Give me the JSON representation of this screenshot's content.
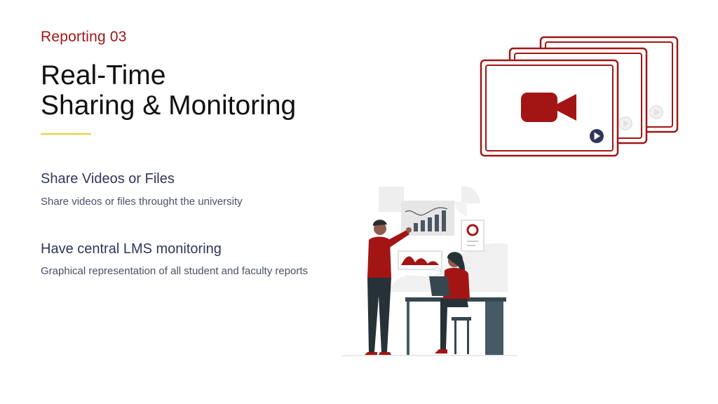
{
  "header": {
    "kicker": "Reporting 03",
    "title_line1": "Real-Time",
    "title_line2": "Sharing & Monitoring"
  },
  "features": [
    {
      "title": "Share Videos or Files",
      "description": "Share videos or files throught the university"
    },
    {
      "title": "Have central LMS monitoring",
      "description": "Graphical representation of all student and faculty reports"
    }
  ],
  "graphics": {
    "video_frames": {
      "icons": [
        "video-camera-icon",
        "play-icon"
      ],
      "accent": "#a31515"
    },
    "illustration": {
      "subject": "people-reviewing-charts"
    }
  },
  "colors": {
    "accent_red": "#a31515",
    "heading_navy": "#2f3659",
    "divider_yellow": "#f2cd2b"
  }
}
